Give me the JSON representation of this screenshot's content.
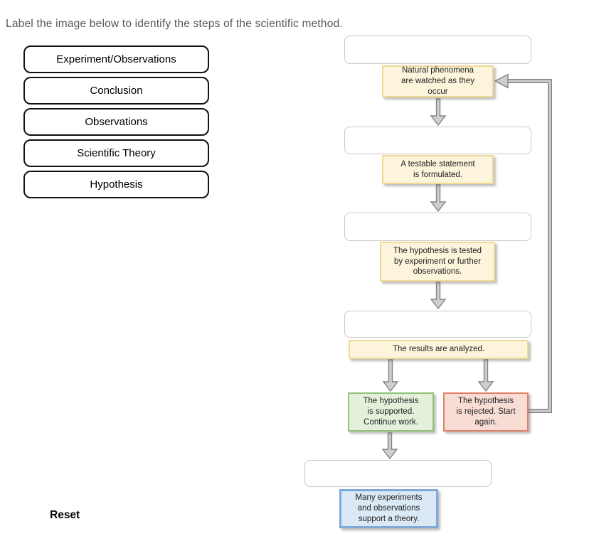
{
  "title": "Label the image below to identify the steps of the scientific method.",
  "labels": {
    "items": [
      {
        "text": "Experiment/Observations"
      },
      {
        "text": "Conclusion"
      },
      {
        "text": "Observations"
      },
      {
        "text": "Scientific Theory"
      },
      {
        "text": "Hypothesis"
      }
    ]
  },
  "flowchart": {
    "notes": [
      {
        "text": "Natural phenomena\nare watched as they\noccur"
      },
      {
        "text": "A testable statement\nis formulated."
      },
      {
        "text": "The hypothesis is tested\nby experiment or further\nobservations."
      },
      {
        "text": "The results are analyzed."
      }
    ],
    "outcomes": [
      {
        "text": "The hypothesis\nis supported.\nContinue work."
      },
      {
        "text": "The hypothesis\nis rejected. Start\nagain."
      }
    ],
    "theory_note": {
      "text": "Many experiments\nand observations\nsupport a theory."
    }
  },
  "reset": {
    "label": "Reset"
  },
  "colors": {
    "title_color": "#58585A",
    "pill_border": "#111111",
    "dropzone_border": "#C9C9C9",
    "yellow_bg": "#FCF4DB",
    "yellow_border": "#F1D893",
    "green_bg": "#E3F1DB",
    "green_border": "#8FC377",
    "red_bg": "#F8DDD4",
    "red_border": "#E0806A",
    "blue_bg": "#DBE8F6",
    "blue_border": "#7FA9D9",
    "connector_stroke": "#848484",
    "connector_fill": "#CFCFCF"
  }
}
